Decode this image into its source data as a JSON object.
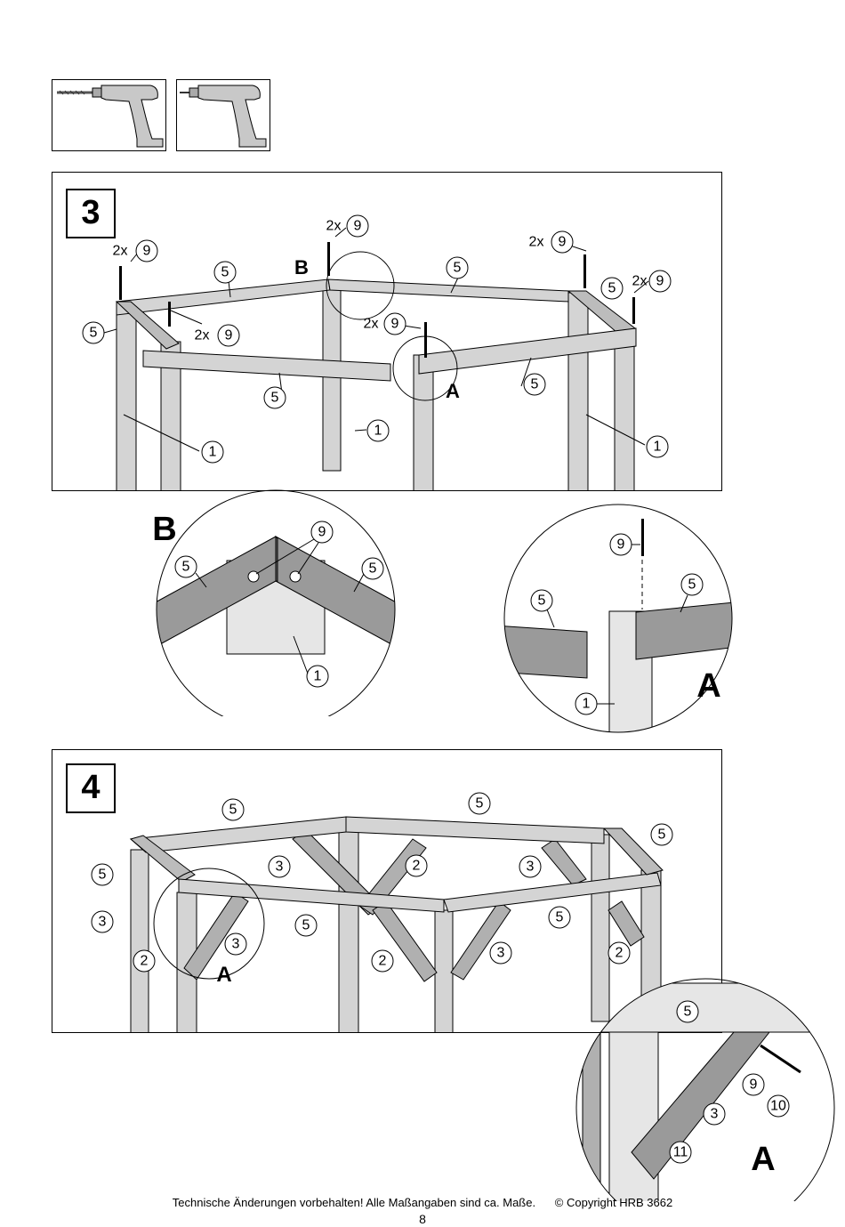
{
  "tools": [
    {
      "name": "drill-with-bit"
    },
    {
      "name": "drill-screwdriver"
    }
  ],
  "steps": [
    {
      "number": "3",
      "labels": {
        "part_5": "5",
        "part_1": "1",
        "part_9": "9",
        "qty": "2x",
        "detail_a": "A",
        "detail_b": "B"
      }
    },
    {
      "number": "4",
      "labels": {
        "part_5": "5",
        "part_2": "2",
        "part_3": "3",
        "part_9": "9",
        "part_10": "10",
        "part_11": "11",
        "detail_a": "A"
      }
    }
  ],
  "footer": {
    "text": "Technische Änderungen vorbehalten!  Alle Maßangaben sind ca. Maße.",
    "copyright": "© Copyright HRB 3662",
    "page_number": "8"
  },
  "colors": {
    "wood": "#c8c8c8",
    "wood_dark": "#9a9a9a",
    "wood_light": "#e0e0e0",
    "line": "#000000"
  }
}
